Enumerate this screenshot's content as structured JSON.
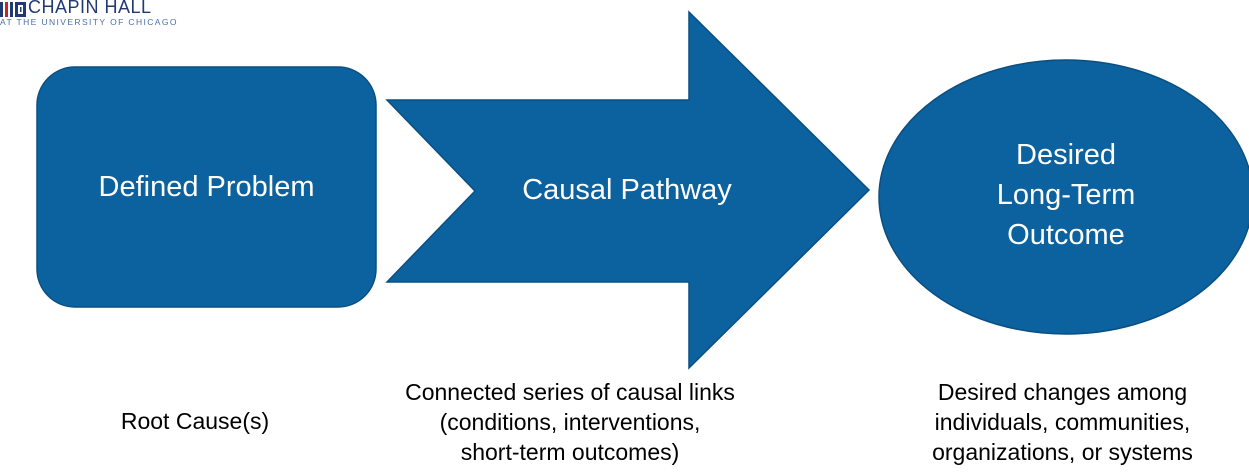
{
  "logo": {
    "name": "CHAPIN HALL",
    "subtitle": "AT THE UNIVERSITY OF CHICAGO"
  },
  "colors": {
    "shape_fill": "#0c629e",
    "shape_stroke": "#0a4f82",
    "logo_blue": "#203a73",
    "logo_red": "#c4262e"
  },
  "diagram": {
    "problem": {
      "label": "Defined Problem",
      "caption": "Root Cause(s)"
    },
    "pathway": {
      "label": "Causal Pathway",
      "caption_lines": [
        "Connected series of causal links",
        "(conditions, interventions,",
        "short-term outcomes)"
      ]
    },
    "outcome": {
      "label_lines": [
        "Desired",
        "Long-Term",
        "Outcome"
      ],
      "caption_lines": [
        "Desired changes among",
        "individuals, communities,",
        "organizations, or systems"
      ]
    }
  }
}
